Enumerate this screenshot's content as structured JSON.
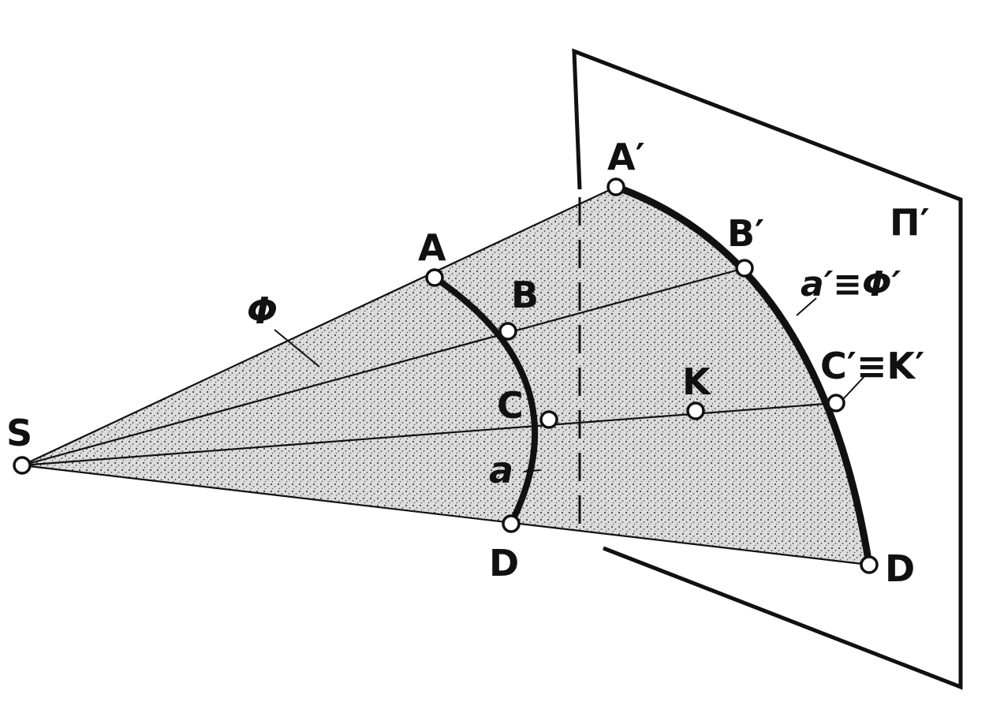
{
  "diagram": {
    "labels": {
      "S": "S",
      "A": "A",
      "B": "B",
      "C": "C",
      "D": "D",
      "A_prime": "A′",
      "B_prime": "B′",
      "C_prime_K_prime": "C′≡K′",
      "D_right": "D",
      "K": "K",
      "a": "a",
      "phi": "Φ",
      "a_prime_phi_prime": "a′≡Φ′",
      "plane_pi_prime": "Π′"
    },
    "colors": {
      "ink": "#111111",
      "shade": "#9a9a9a",
      "background": "#ffffff"
    }
  }
}
